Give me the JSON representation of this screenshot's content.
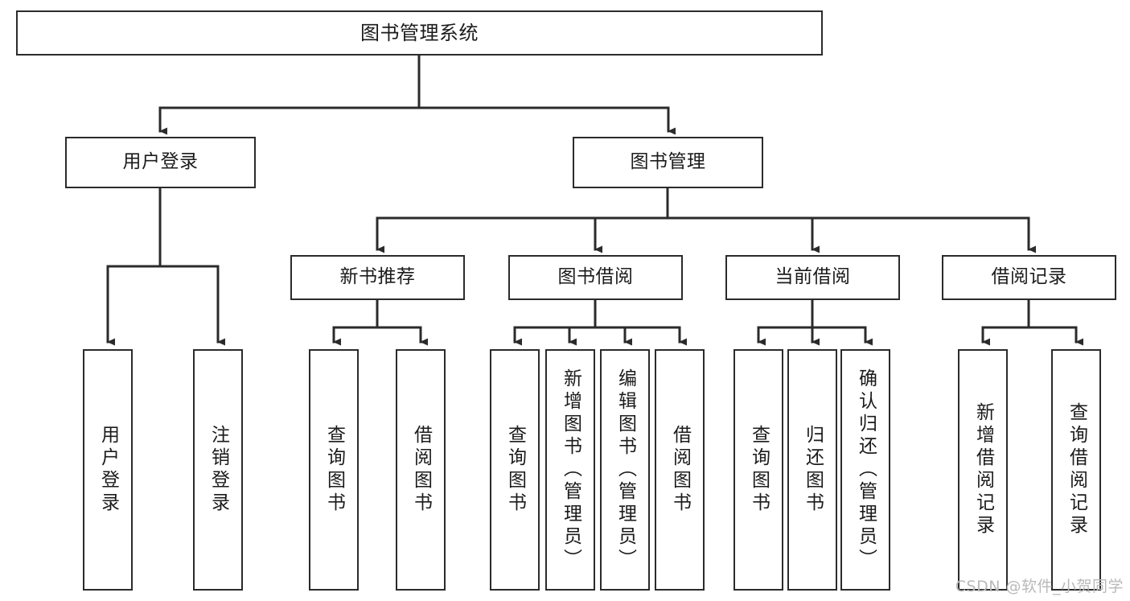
{
  "diagram": {
    "type": "tree-hierarchy-chart",
    "title": "图书管理系统",
    "line_color": "#2b2b2b",
    "box_fill": "#ffffff",
    "text_color": "#1b1b1b",
    "watermark": "CSDN @软件_小贺同学",
    "nodes": {
      "root": {
        "label": "图书管理系统"
      },
      "level2": [
        {
          "id": "user-login",
          "label": "用户登录"
        },
        {
          "id": "book-manage",
          "label": "图书管理"
        }
      ],
      "level3": [
        {
          "id": "new-book-recommend",
          "label": "新书推荐"
        },
        {
          "id": "book-borrow",
          "label": "图书借阅"
        },
        {
          "id": "current-borrow",
          "label": "当前借阅"
        },
        {
          "id": "borrow-record",
          "label": "借阅记录"
        }
      ],
      "leaves": {
        "user_login": [
          {
            "id": "leaf-user-login",
            "label": "用户登录"
          },
          {
            "id": "leaf-logout-login",
            "label": "注销登录"
          }
        ],
        "new_book_recommend": [
          {
            "id": "leaf-query-book-1",
            "label": "查询图书"
          },
          {
            "id": "leaf-borrow-book-1",
            "label": "借阅图书"
          }
        ],
        "book_borrow": [
          {
            "id": "leaf-query-book-2",
            "label": "查询图书"
          },
          {
            "id": "leaf-add-book",
            "label": "新增图书（管理员）"
          },
          {
            "id": "leaf-edit-book",
            "label": "编辑图书（管理员）"
          },
          {
            "id": "leaf-borrow-book-2",
            "label": "借阅图书"
          }
        ],
        "current_borrow": [
          {
            "id": "leaf-query-book-3",
            "label": "查询图书"
          },
          {
            "id": "leaf-return-book",
            "label": "归还图书"
          },
          {
            "id": "leaf-confirm-return",
            "label": "确认归还（管理员）"
          }
        ],
        "borrow_record": [
          {
            "id": "leaf-add-record",
            "label": "新增借阅记录"
          },
          {
            "id": "leaf-query-record",
            "label": "查询借阅记录"
          }
        ]
      }
    }
  }
}
